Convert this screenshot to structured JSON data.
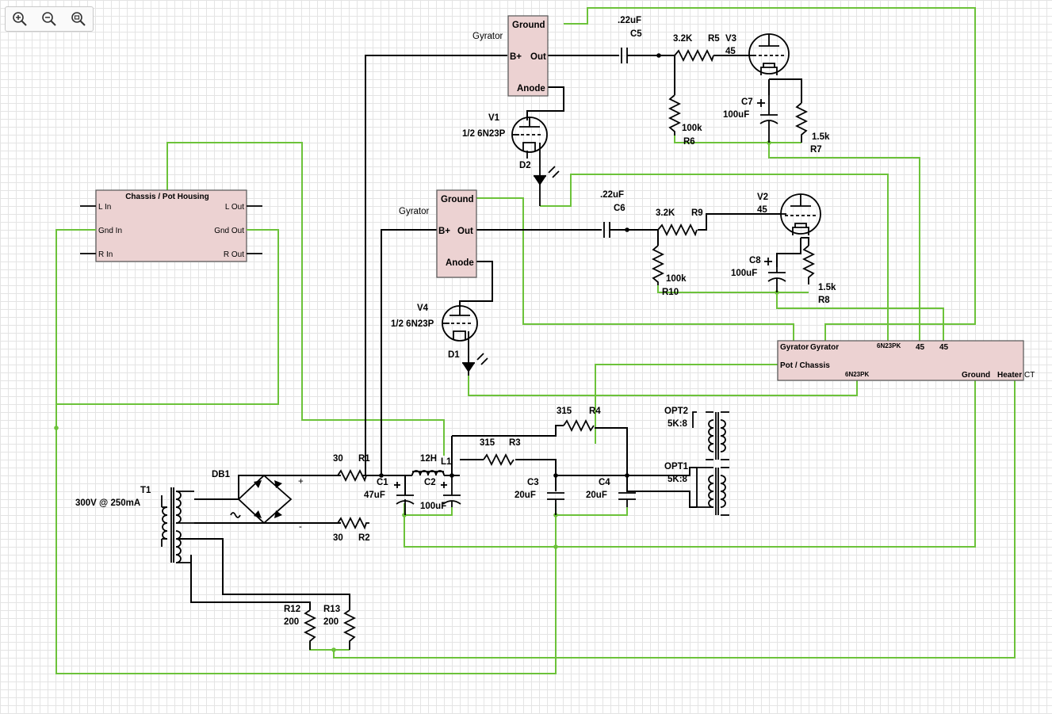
{
  "toolbar": {
    "zoom_in": "zoom-in-icon",
    "zoom_out": "zoom-out-icon",
    "zoom_fit": "zoom-fit-icon"
  },
  "modules": {
    "chassis": {
      "title": "Chassis / Pot Housing",
      "l_in": "L In",
      "gnd_in": "Gnd In",
      "r_in": "R In",
      "l_out": "L Out",
      "gnd_out": "Gnd Out",
      "r_out": "R Out"
    },
    "gyrator1": {
      "name": "Gyrator",
      "ground": "Ground",
      "bplus": "B+",
      "out": "Out",
      "anode": "Anode"
    },
    "gyrator2": {
      "name": "Gyrator",
      "ground": "Ground",
      "bplus": "B+",
      "out": "Out",
      "anode": "Anode"
    },
    "connector": {
      "gyr1": "Gyrator",
      "gyr2": "Gyrator",
      "tube1": "6N23PK",
      "v45a": "45",
      "v45b": "45",
      "pot": "Pot / Chassis",
      "tube2": "6N23PK",
      "ground": "Ground",
      "heater": "Heater",
      "ct": "CT"
    }
  },
  "labels": {
    "c5_val": ".22uF",
    "c5": "C5",
    "r5_val": "3.2K",
    "r5": "R5",
    "v3": "V3",
    "v3_type": "45",
    "c7": "C7",
    "c7_val": "100uF",
    "r6_val": "100k",
    "r6": "R6",
    "r7_val": "1.5k",
    "r7": "R7",
    "v1": "V1",
    "v1_type": "1/2 6N23P",
    "d2": "D2",
    "c6_val": ".22uF",
    "c6": "C6",
    "r9_val": "3.2K",
    "r9": "R9",
    "v2": "V2",
    "v2_type": "45",
    "c8": "C8",
    "c8_val": "100uF",
    "r10_val": "100k",
    "r10": "R10",
    "r8_val": "1.5k",
    "r8": "R8",
    "v4": "V4",
    "v4_type": "1/2 6N23P",
    "d1": "D1",
    "r4_val": "315",
    "r4": "R4",
    "opt2": "OPT2",
    "opt2_val": "5K:8",
    "r3_val": "315",
    "r3": "R3",
    "opt1": "OPT1",
    "opt1_val": "5K:8",
    "r1_val": "30",
    "r1": "R1",
    "l1_val": "12H",
    "l1": "L1",
    "c1": "C1",
    "c1_val": "47uF",
    "c2": "C2",
    "c2_val": "100uF",
    "c3": "C3",
    "c3_val": "20uF",
    "c4": "C4",
    "c4_val": "20uF",
    "db1": "DB1",
    "plus": "+",
    "minus": "-",
    "r2_val": "30",
    "r2": "R2",
    "t1": "T1",
    "t1_val": "300V @ 250mA",
    "r12": "R12",
    "r12_val": "200",
    "r13": "R13",
    "r13_val": "200"
  }
}
